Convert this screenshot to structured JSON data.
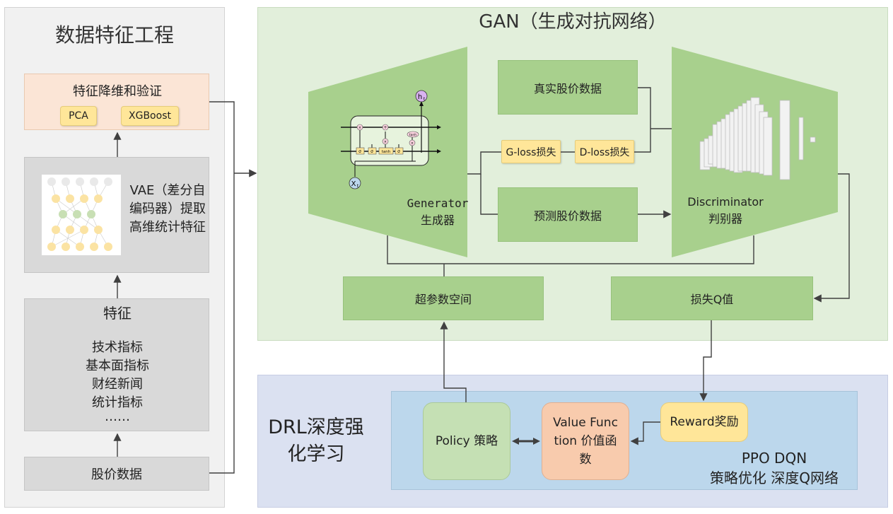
{
  "feature_panel": {
    "title": "数据特征工程",
    "reduction": {
      "title": "特征降维和验证",
      "pca": "PCA",
      "xgboost": "XGBoost"
    },
    "vae": {
      "text": "VAE（差分自编码器）提取高维统计特征"
    },
    "features": {
      "title": "特征",
      "items": [
        "技术指标",
        "基本面指标",
        "财经新闻",
        "统计指标",
        "……"
      ]
    },
    "stock_data": "股价数据"
  },
  "gan_panel": {
    "title": "GAN（生成对抗网络）",
    "generator": {
      "line1": "Generator",
      "line2": "生成器"
    },
    "discriminator": {
      "line1": "Discriminator",
      "line2": "判别器"
    },
    "real_price": "真实股价数据",
    "pred_price": "预测股价数据",
    "g_loss": "G-loss损失",
    "d_loss": "D-loss损失",
    "hyperparam": "超参数空间",
    "loss_q": "损失Q值",
    "lstm": {
      "h_label": "h",
      "h_sub": "t",
      "x_label": "X",
      "x_sub": "t",
      "tanh_gate": "tanh",
      "tanh_top": "tanh",
      "sigma": "σ",
      "times": "×",
      "plus": "+"
    }
  },
  "drl_panel": {
    "title": "DRL深度强化学习",
    "policy": "Policy 策略",
    "value_function": "Value Function 价值函数",
    "reward": "Reward奖励",
    "algos": "PPO DQN",
    "algos_desc": "策略优化 深度Q网络"
  },
  "colors": {
    "green_box": "#a8d08d",
    "gan_bg": "#e2efdb",
    "drl_bg": "#dbe1f1",
    "drl_inner": "#bcd7ec",
    "yellow": "#ffe699",
    "orange": "#f8cbad",
    "light_green": "#c5e0b4",
    "peach": "#fbe5d6",
    "gray": "#d9d9d9"
  }
}
